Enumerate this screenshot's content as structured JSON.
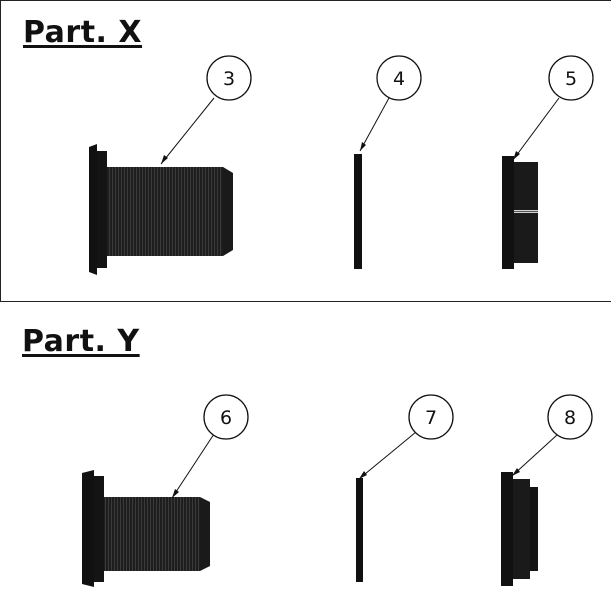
{
  "panels": [
    {
      "title": "Part. X",
      "parts": [
        {
          "id": "3",
          "kind": "threaded-shank"
        },
        {
          "id": "4",
          "kind": "washer"
        },
        {
          "id": "5",
          "kind": "nut"
        }
      ]
    },
    {
      "title": "Part. Y",
      "parts": [
        {
          "id": "6",
          "kind": "threaded-shank"
        },
        {
          "id": "7",
          "kind": "washer"
        },
        {
          "id": "8",
          "kind": "nut"
        }
      ]
    }
  ]
}
